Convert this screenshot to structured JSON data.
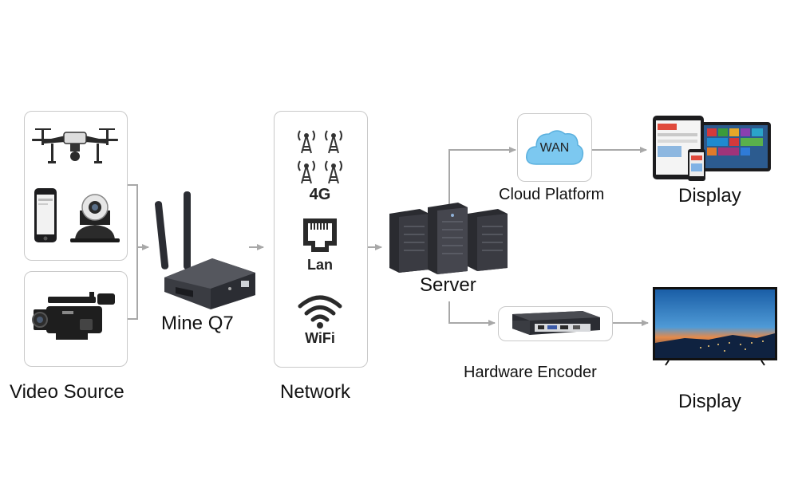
{
  "labels": {
    "video_source": "Video Source",
    "mine_q7": "Mine Q7",
    "network": "Network",
    "server": "Server",
    "cloud_platform": "Cloud Platform",
    "hardware_encoder": "Hardware Encoder",
    "display_top": "Display",
    "display_bottom": "Display"
  },
  "network_items": {
    "cellular": "4G",
    "lan": "Lan",
    "wifi": "WiFi"
  },
  "cloud_text": "WAN",
  "colors": {
    "border": "#c9c9c9",
    "arrow": "#a8a8a8",
    "cloud": "#7cc8f0",
    "device_dark": "#2b2d33",
    "tv_sky": "#1e6fb8"
  },
  "icons": [
    "drone-icon",
    "smartphone-icon",
    "ptz-camera-icon",
    "camcorder-icon",
    "router-icon",
    "cell-tower-icon",
    "ethernet-port-icon",
    "wifi-icon",
    "server-icon",
    "cloud-icon",
    "tablet-icon",
    "encoder-icon",
    "tv-icon"
  ]
}
